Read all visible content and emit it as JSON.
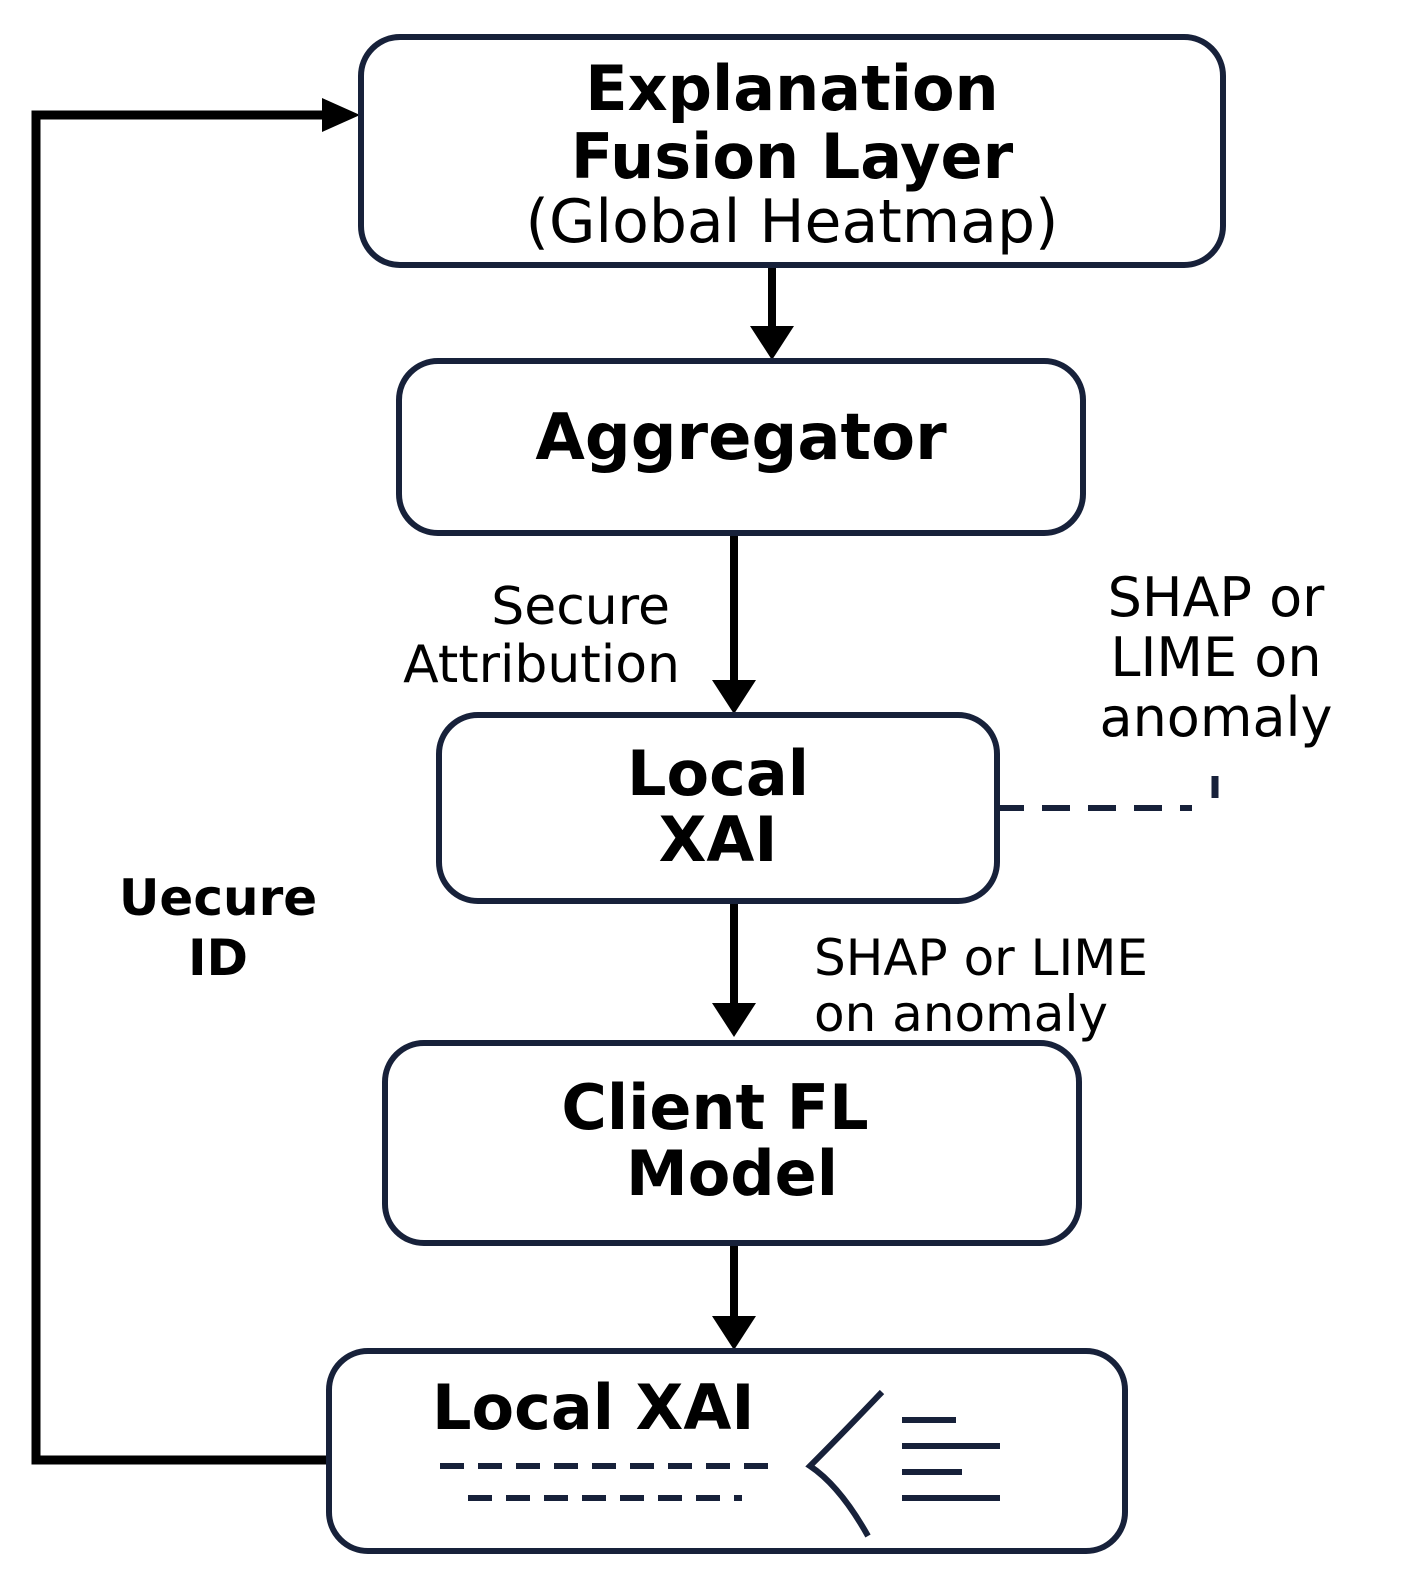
{
  "nodes": {
    "fusion": {
      "line1": "Explanation",
      "line2": "Fusion Layer",
      "line3": "(Global Heatmap)"
    },
    "aggregator": {
      "label": "Aggregator"
    },
    "local_xai_1": {
      "line1": "Local",
      "line2": "XAI"
    },
    "client_model": {
      "line1": "Client FL",
      "line2": "Model"
    },
    "local_xai_2": {
      "label": "Local XAI"
    }
  },
  "edge_labels": {
    "secure_attribution": {
      "line1": "Secure",
      "line2": "Attribution"
    },
    "shap_right": {
      "line1": "SHAP or",
      "line2": "LIME on",
      "line3": "anomaly"
    },
    "shap_middle": {
      "line1": "SHAP or LIME",
      "line2": "on anomaly"
    },
    "loop": {
      "line1": "Uecure",
      "line2": "ID"
    }
  },
  "colors": {
    "box_border": "#17213a",
    "line": "#000000",
    "text": "#000000"
  }
}
